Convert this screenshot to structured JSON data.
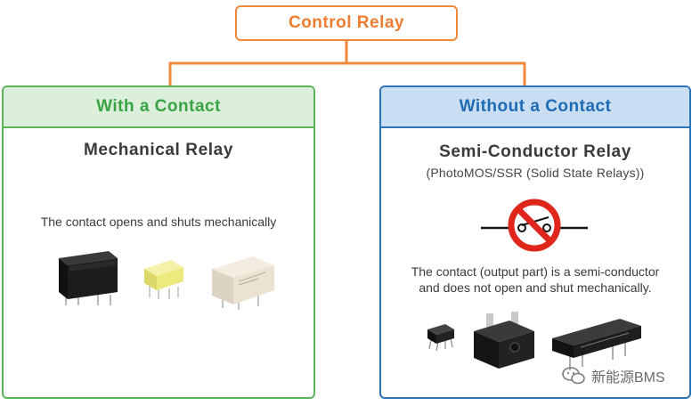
{
  "root": {
    "label": "Control Relay"
  },
  "left_card": {
    "header": "With a Contact",
    "title": "Mechanical Relay",
    "description": "The contact opens and shuts mechanically"
  },
  "right_card": {
    "header": "Without a Contact",
    "title": "Semi-Conductor Relay",
    "subtitle": "(PhotoMOS/SSR (Solid State Relays))",
    "description_lines": [
      "The contact (output part) is a semi-conductor",
      "and does not open and shut mechanically."
    ]
  },
  "watermark": {
    "text": "新能源BMS"
  },
  "colors": {
    "root_accent": "#ee7d31",
    "left_accent": "#39a346",
    "right_accent": "#1f6bb3",
    "no_symbol": "#e0261b"
  }
}
